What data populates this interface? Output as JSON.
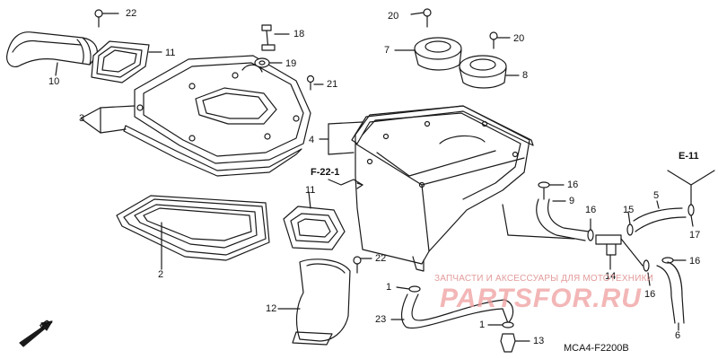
{
  "labels": {
    "p1a": "1",
    "p1b": "1",
    "p2": "2",
    "p3": "3",
    "p4": "4",
    "p6": "6",
    "p7": "7",
    "p8": "8",
    "p9": "9",
    "p10": "10",
    "p11a": "11",
    "p11b": "11",
    "p12": "12",
    "p13": "13",
    "p14": "14",
    "p15": "15",
    "p16a": "16",
    "p16b": "16",
    "p16c": "16",
    "p16d": "16",
    "p17": "17",
    "p18": "18",
    "p19": "19",
    "p20a": "20",
    "p20b": "20",
    "p21": "21",
    "p22a": "22",
    "p22b": "22",
    "p23": "23",
    "p5": "5"
  },
  "refs": {
    "e11": "E-11",
    "f221": "F-22-1"
  },
  "diagram_code": "MCA4-F2200B",
  "front_marker": "FR.",
  "watermark": {
    "text": "ЗАПЧАСТИ И АКСЕССУАРЫ ДЛЯ МОТОТЕХНИКИ",
    "logo": "PARTSFOR.RU"
  },
  "colors": {
    "ink": "#1a1a1a",
    "watermark": "#ef9e9e"
  }
}
